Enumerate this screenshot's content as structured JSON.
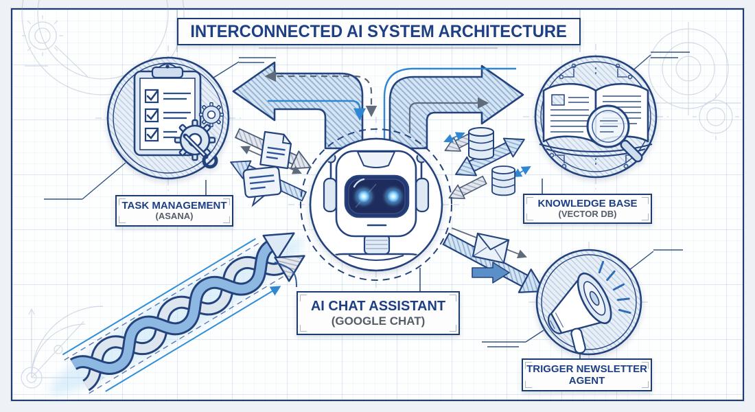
{
  "title": "INTERCONNECTED AI SYSTEM ARCHITECTURE",
  "nodes": {
    "task_management": {
      "label": "TASK MANAGEMENT",
      "sublabel": "(ASANA)"
    },
    "knowledge_base": {
      "label": "KNOWLEDGE BASE",
      "sublabel": "(VECTOR DB)"
    },
    "ai_chat_assistant": {
      "label": "AI CHAT ASSISTANT",
      "sublabel": "(GOOGLE CHAT)"
    },
    "trigger_newsletter": {
      "label": "TRIGGER NEWSLETTER",
      "sublabel": "AGENT"
    }
  },
  "icons": {
    "task_management": [
      "clipboard-checklist-icon",
      "gear-icon",
      "wrench-icon"
    ],
    "knowledge_base": [
      "open-book-icon",
      "magnifier-icon",
      "circuit-nodes-icon"
    ],
    "ai_chat_assistant": [
      "robot-icon"
    ],
    "trigger_newsletter": [
      "megaphone-icon"
    ],
    "connectors": [
      "document-icon",
      "chat-message-icon",
      "database-icon",
      "envelope-icon"
    ]
  },
  "colors": {
    "navy_outline": "#24427c",
    "text_navy": "#1d3f84",
    "text_gray": "#545c68",
    "accent_blue": "#2f86d2",
    "arrow_hatch_blue": "#8cb0d6",
    "gray_arrow": "#5f6b7a",
    "grid_blue": "#6e91c3",
    "background": "#fdfefe"
  }
}
